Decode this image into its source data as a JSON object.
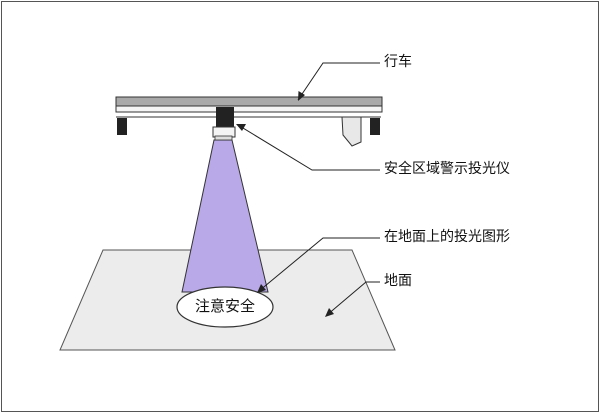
{
  "labels": {
    "crane": "行车",
    "projector": "安全区域警示投光仪",
    "projected_pattern": "在地面上的投光图形",
    "ground": "地面"
  },
  "ellipse_text": "注意安全",
  "colors": {
    "beam": "#b9a9e8",
    "ground": "#ececec",
    "rail": "#a9a9a9",
    "rail_dark": "#222222",
    "outline": "#555555"
  }
}
